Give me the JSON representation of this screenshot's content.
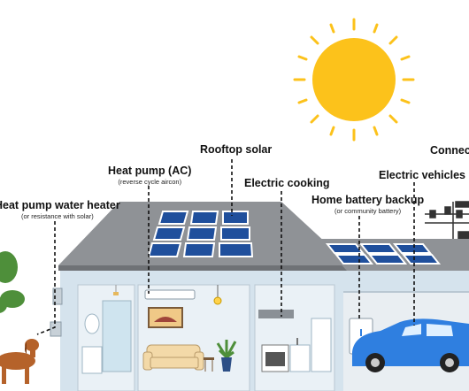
{
  "labels": {
    "water_heater": {
      "title": "Heat pump water heater",
      "sub": "(or resistance with solar)"
    },
    "heat_pump": {
      "title": "Heat pump (AC)",
      "sub": "(reverse cycle aircon)"
    },
    "rooftop_solar": {
      "title": "Rooftop solar"
    },
    "electric_cooking": {
      "title": "Electric cooking"
    },
    "home_battery": {
      "title": "Home battery backup",
      "sub": "(or community battery)"
    },
    "electric_vehicles": {
      "title": "Electric vehicles"
    },
    "connect": {
      "title": "Connect"
    }
  },
  "colors": {
    "sun": "#fcc21b",
    "roof": "#8f9296",
    "wall": "#d5e3ed",
    "interior": "#eaf1f6",
    "panel": "#1f4f9c",
    "car": "#2f7fe0",
    "sofa": "#f3d9a8",
    "plant": "#4e8f3a",
    "dog": "#b5622a"
  },
  "icons": [
    "sun-icon",
    "solar-panel-icon",
    "car-icon",
    "dog-icon",
    "sofa-icon",
    "plant-icon",
    "lamp-icon",
    "oven-icon",
    "battery-icon",
    "power-lines-icon"
  ]
}
